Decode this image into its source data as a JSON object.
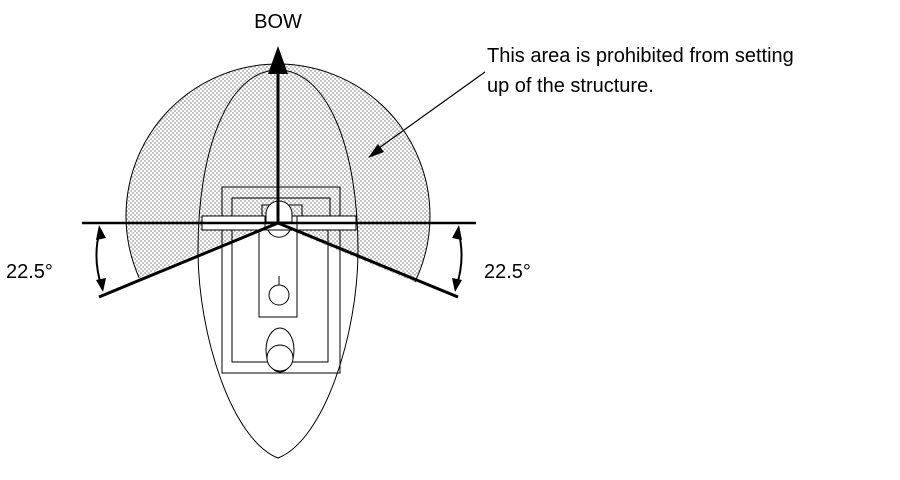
{
  "labels": {
    "bow": "BOW",
    "note_line1": "This area is prohibited from setting",
    "note_line2": "up of the structure.",
    "angle_left": "22.5°",
    "angle_right": "22.5°"
  },
  "angles_deg": {
    "left": 22.5,
    "right": 22.5
  },
  "colors": {
    "stroke": "#000000",
    "dot_fill": "#9a9a9a",
    "background": "#ffffff"
  }
}
